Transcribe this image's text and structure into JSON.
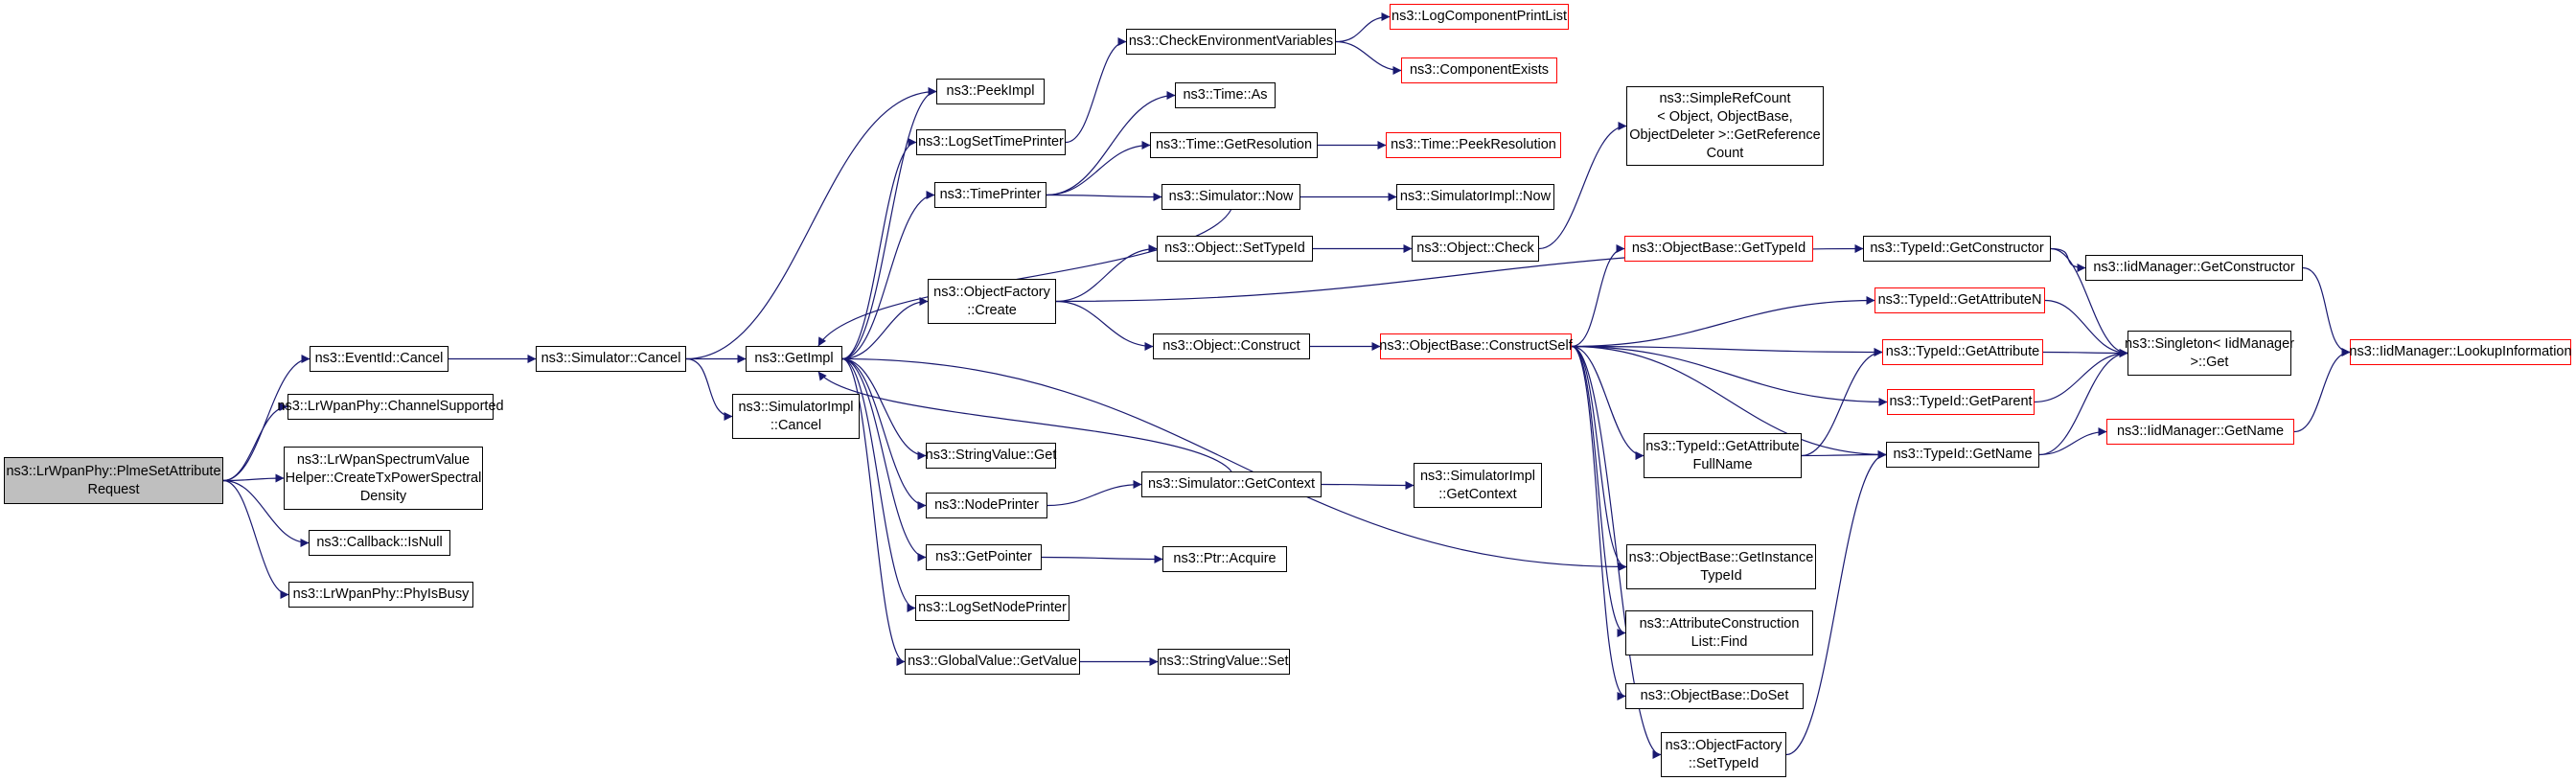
{
  "colors": {
    "edge": "#191970",
    "node_border": "#000000",
    "external_border": "#ff0000",
    "root_fill": "#bfbfbf"
  },
  "nodes": {
    "root": {
      "label": "ns3::LrWpanPhy::PlmeSetAttribute\nRequest"
    },
    "eventid_cancel": {
      "label": "ns3::EventId::Cancel"
    },
    "channel_supported": {
      "label": "ns3::LrWpanPhy::ChannelSupported"
    },
    "create_tx_psd": {
      "label": "ns3::LrWpanSpectrumValue\nHelper::CreateTxPowerSpectral\nDensity"
    },
    "callback_isnull": {
      "label": "ns3::Callback::IsNull"
    },
    "phy_isbusy": {
      "label": "ns3::LrWpanPhy::PhyIsBusy"
    },
    "sim_cancel": {
      "label": "ns3::Simulator::Cancel"
    },
    "getimpl": {
      "label": "ns3::GetImpl"
    },
    "simimpl_cancel": {
      "label": "ns3::SimulatorImpl\n::Cancel"
    },
    "peekimpl": {
      "label": "ns3::PeekImpl"
    },
    "logsettimeprinter": {
      "label": "ns3::LogSetTimePrinter"
    },
    "timeprinter": {
      "label": "ns3::TimePrinter"
    },
    "objfactory_create": {
      "label": "ns3::ObjectFactory\n::Create"
    },
    "stringvalue_get": {
      "label": "ns3::StringValue::Get"
    },
    "nodeprinter": {
      "label": "ns3::NodePrinter"
    },
    "getpointer": {
      "label": "ns3::GetPointer"
    },
    "logsetnodeprinter": {
      "label": "ns3::LogSetNodePrinter"
    },
    "globalvalue_getvalue": {
      "label": "ns3::GlobalValue::GetValue"
    },
    "check_env": {
      "label": "ns3::CheckEnvironmentVariables"
    },
    "time_as": {
      "label": "ns3::Time::As"
    },
    "time_getresolution": {
      "label": "ns3::Time::GetResolution"
    },
    "sim_now": {
      "label": "ns3::Simulator::Now"
    },
    "object_settypeid": {
      "label": "ns3::Object::SetTypeId"
    },
    "object_construct": {
      "label": "ns3::Object::Construct"
    },
    "sim_getcontext": {
      "label": "ns3::Simulator::GetContext"
    },
    "ptr_acquire": {
      "label": "ns3::Ptr::Acquire"
    },
    "stringvalue_set": {
      "label": "ns3::StringValue::Set"
    },
    "log_component_printlist": {
      "label": "ns3::LogComponentPrintList"
    },
    "component_exists": {
      "label": "ns3::ComponentExists"
    },
    "time_peekresolution": {
      "label": "ns3::Time::PeekResolution"
    },
    "simimpl_now": {
      "label": "ns3::SimulatorImpl::Now"
    },
    "object_check": {
      "label": "ns3::Object::Check"
    },
    "objectbase_constructself": {
      "label": "ns3::ObjectBase::ConstructSelf"
    },
    "simimpl_getcontext": {
      "label": "ns3::SimulatorImpl\n::GetContext"
    },
    "simple_refcount": {
      "label": "ns3::SimpleRefCount\n< Object, ObjectBase,\nObjectDeleter >::GetReference\nCount"
    },
    "objectbase_gettypeid": {
      "label": "ns3::ObjectBase::GetTypeId"
    },
    "typeid_getattributefullname": {
      "label": "ns3::TypeId::GetAttribute\nFullName"
    },
    "objectbase_getinstancetypeid": {
      "label": "ns3::ObjectBase::GetInstance\nTypeId"
    },
    "attrlist_find": {
      "label": "ns3::AttributeConstruction\nList::Find"
    },
    "objectbase_doset": {
      "label": "ns3::ObjectBase::DoSet"
    },
    "objfactory_settypeid": {
      "label": "ns3::ObjectFactory\n::SetTypeId"
    },
    "typeid_getconstructor": {
      "label": "ns3::TypeId::GetConstructor"
    },
    "typeid_getattributen": {
      "label": "ns3::TypeId::GetAttributeN"
    },
    "typeid_getattribute": {
      "label": "ns3::TypeId::GetAttribute"
    },
    "typeid_getparent": {
      "label": "ns3::TypeId::GetParent"
    },
    "typeid_getname": {
      "label": "ns3::TypeId::GetName"
    },
    "iidmanager_getconstructor": {
      "label": "ns3::IidManager::GetConstructor"
    },
    "singleton_get": {
      "label": "ns3::Singleton< IidManager\n>::Get"
    },
    "iidmanager_getname": {
      "label": "ns3::IidManager::GetName"
    },
    "iidmanager_lookupinformation": {
      "label": "ns3::IidManager::LookupInformation"
    }
  },
  "edges": [
    [
      "root",
      "eventid_cancel"
    ],
    [
      "root",
      "channel_supported"
    ],
    [
      "root",
      "create_tx_psd"
    ],
    [
      "root",
      "callback_isnull"
    ],
    [
      "root",
      "phy_isbusy"
    ],
    [
      "eventid_cancel",
      "sim_cancel"
    ],
    [
      "sim_cancel",
      "getimpl"
    ],
    [
      "sim_cancel",
      "simimpl_cancel"
    ],
    [
      "sim_cancel",
      "peekimpl"
    ],
    [
      "getimpl",
      "peekimpl"
    ],
    [
      "getimpl",
      "logsettimeprinter"
    ],
    [
      "getimpl",
      "timeprinter"
    ],
    [
      "getimpl",
      "objfactory_create"
    ],
    [
      "getimpl",
      "stringvalue_get"
    ],
    [
      "getimpl",
      "nodeprinter"
    ],
    [
      "getimpl",
      "getpointer"
    ],
    [
      "getimpl",
      "logsetnodeprinter"
    ],
    [
      "getimpl",
      "globalvalue_getvalue"
    ],
    [
      "getimpl",
      "objectbase_getinstancetypeid"
    ],
    [
      "logsettimeprinter",
      "check_env"
    ],
    [
      "check_env",
      "log_component_printlist"
    ],
    [
      "check_env",
      "component_exists"
    ],
    [
      "timeprinter",
      "time_as"
    ],
    [
      "timeprinter",
      "time_getresolution"
    ],
    [
      "timeprinter",
      "sim_now"
    ],
    [
      "time_getresolution",
      "time_peekresolution"
    ],
    [
      "sim_now",
      "getimpl"
    ],
    [
      "sim_now",
      "simimpl_now"
    ],
    [
      "objfactory_create",
      "object_settypeid"
    ],
    [
      "objfactory_create",
      "object_construct"
    ],
    [
      "objfactory_create",
      "typeid_getconstructor"
    ],
    [
      "object_settypeid",
      "object_check"
    ],
    [
      "object_check",
      "simple_refcount"
    ],
    [
      "object_construct",
      "objectbase_constructself"
    ],
    [
      "nodeprinter",
      "sim_getcontext"
    ],
    [
      "sim_getcontext",
      "getimpl"
    ],
    [
      "sim_getcontext",
      "simimpl_getcontext"
    ],
    [
      "getpointer",
      "ptr_acquire"
    ],
    [
      "globalvalue_getvalue",
      "stringvalue_set"
    ],
    [
      "objectbase_constructself",
      "objectbase_gettypeid"
    ],
    [
      "objectbase_constructself",
      "typeid_getattributen"
    ],
    [
      "objectbase_constructself",
      "typeid_getattribute"
    ],
    [
      "objectbase_constructself",
      "typeid_getparent"
    ],
    [
      "objectbase_constructself",
      "typeid_getattributefullname"
    ],
    [
      "objectbase_constructself",
      "typeid_getname"
    ],
    [
      "objectbase_constructself",
      "objectbase_getinstancetypeid"
    ],
    [
      "objectbase_constructself",
      "attrlist_find"
    ],
    [
      "objectbase_constructself",
      "objectbase_doset"
    ],
    [
      "objectbase_constructself",
      "objfactory_settypeid"
    ],
    [
      "typeid_getattributefullname",
      "typeid_getattribute"
    ],
    [
      "typeid_getattributefullname",
      "typeid_getname"
    ],
    [
      "objfactory_settypeid",
      "typeid_getname"
    ],
    [
      "typeid_getconstructor",
      "iidmanager_getconstructor"
    ],
    [
      "typeid_getconstructor",
      "singleton_get"
    ],
    [
      "typeid_getattributen",
      "singleton_get"
    ],
    [
      "typeid_getattribute",
      "singleton_get"
    ],
    [
      "typeid_getparent",
      "singleton_get"
    ],
    [
      "typeid_getname",
      "singleton_get"
    ],
    [
      "typeid_getname",
      "iidmanager_getname"
    ],
    [
      "iidmanager_getconstructor",
      "iidmanager_lookupinformation"
    ],
    [
      "iidmanager_getname",
      "iidmanager_lookupinformation"
    ]
  ]
}
